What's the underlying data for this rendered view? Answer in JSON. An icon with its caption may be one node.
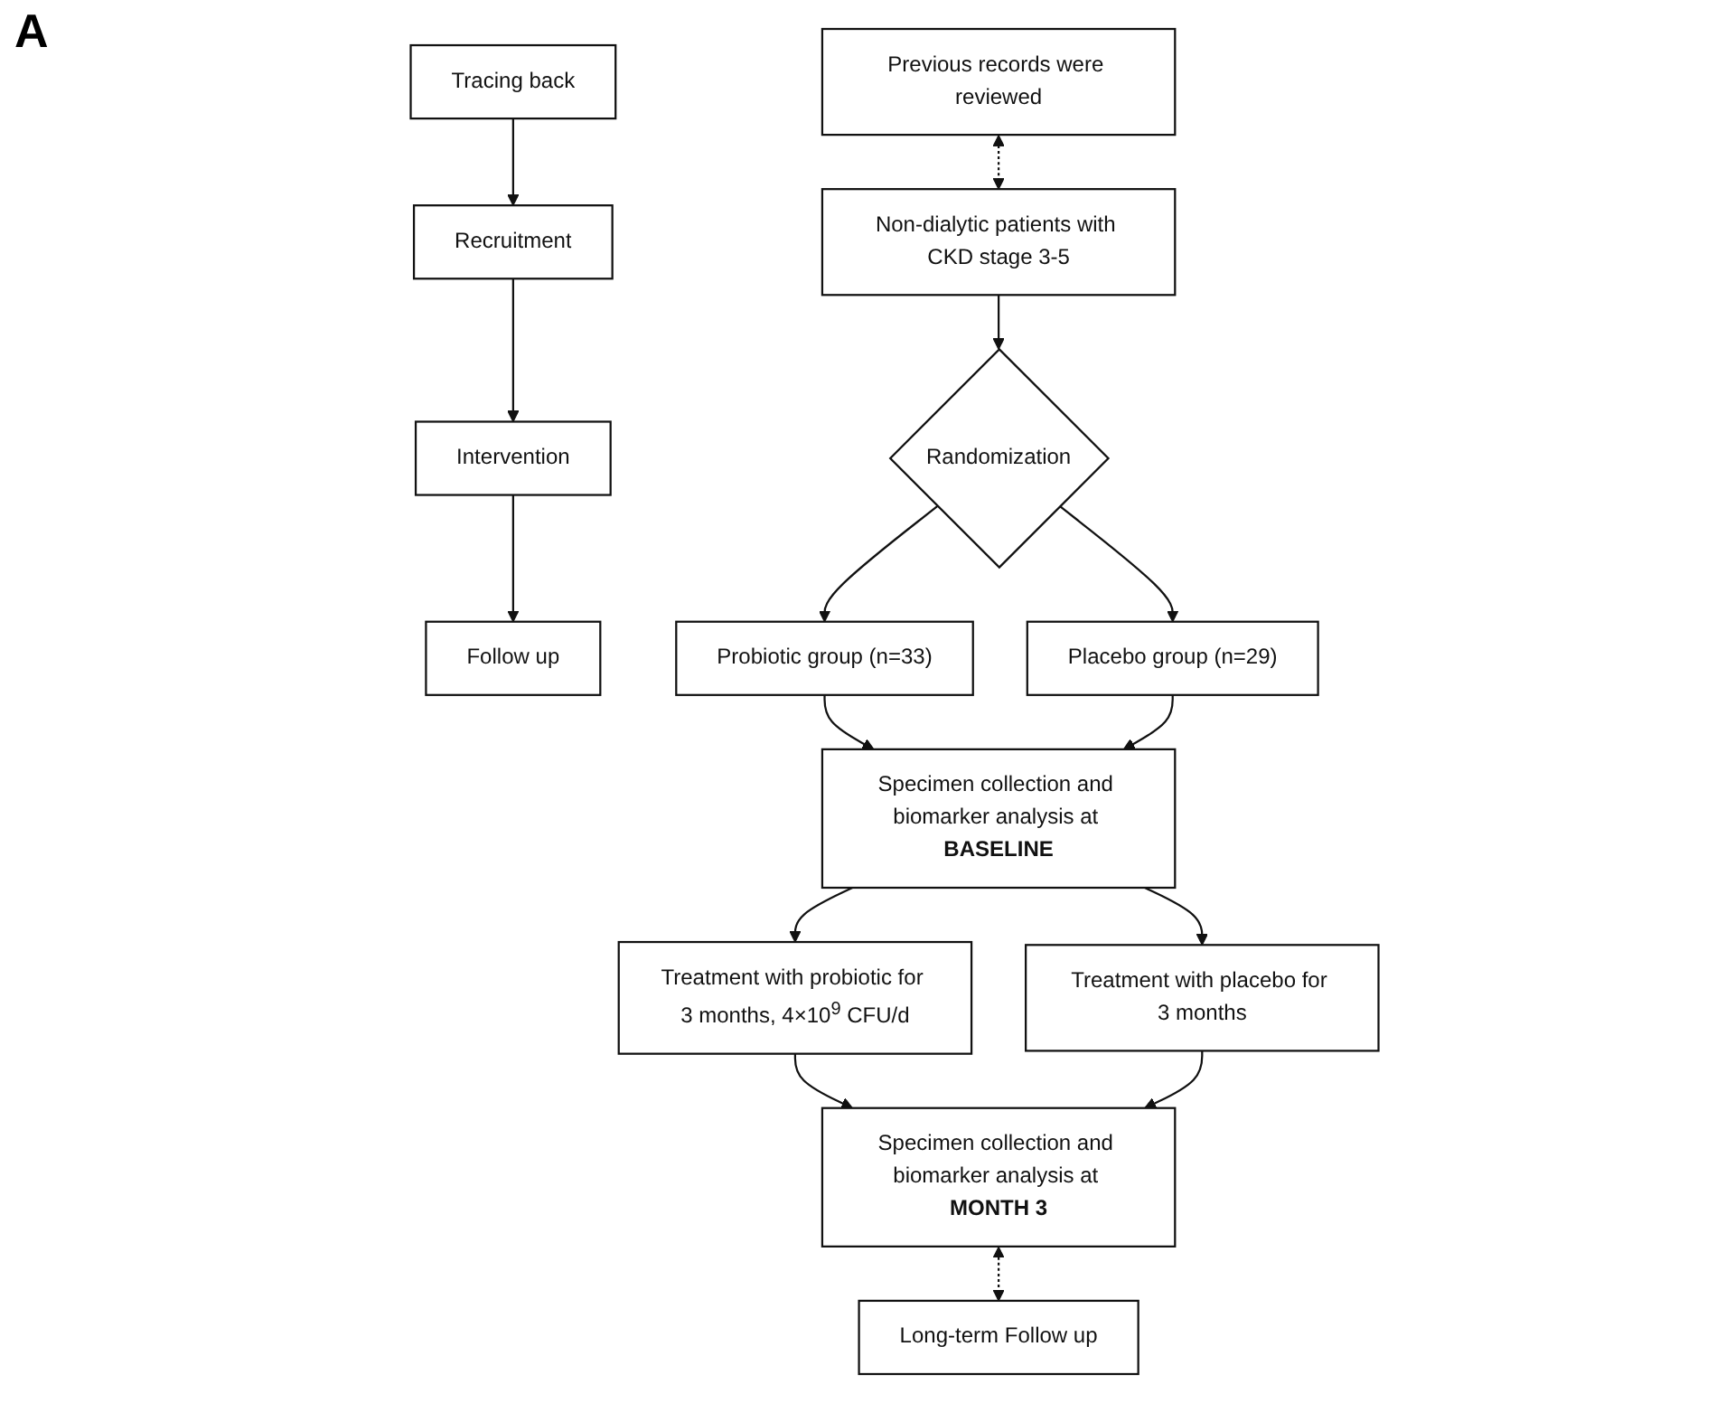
{
  "diagram": {
    "nodes": [
      {
        "text": [
          "Tracing back"
        ]
      },
      {
        "text": [
          "Recruitment"
        ]
      },
      {
        "text": [
          "Intervention"
        ]
      },
      {
        "text": [
          "Follow up"
        ]
      },
      {
        "text": [
          "Previous records were reviewed"
        ]
      },
      {
        "text": [
          "Non-dialytic patients with CKD stage 3-5"
        ]
      },
      {
        "text": [
          "Randomization"
        ]
      },
      {
        "text": [
          "Probiotic group (n=33)"
        ]
      },
      {
        "text": [
          "Placebo group (n=29)"
        ]
      },
      {
        "text": [
          "Specimen collection and biomarker analysis at **BASELINE**"
        ]
      },
      {
        "text": [
          "Treatment with probiotic for 3 months, 4×10$^{9}$ CFU/d"
        ]
      },
      {
        "text": [
          "Treatment with placebo for 3 months"
        ]
      },
      {
        "text": [
          "Specimen collection and biomarker analysis at **MONTH 3**"
        ]
      },
      {
        "text": [
          "Long-term Follow up"
        ]
      }
    ],
    "edges": [
      {
        "from": 0,
        "to": 1,
        "arrow": "to"
      },
      {
        "from": 1,
        "to": 2,
        "arrow": "to"
      },
      {
        "from": 2,
        "to": 3,
        "arrow": "to"
      },
      {
        "from": 4,
        "to": 5,
        "arrow": "both",
        "style": "dashed"
      },
      {
        "from": 5,
        "to": 6,
        "arrow": "to"
      },
      {
        "from": 6,
        "to": 7,
        "arrow": "to"
      },
      {
        "from": 6,
        "to": 8,
        "arrow": "to"
      },
      {
        "from": 7,
        "to": 9,
        "arrow": "to"
      },
      {
        "from": 8,
        "to": 9,
        "arrow": "to"
      },
      {
        "from": 9,
        "to": 10,
        "arrow": "to"
      },
      {
        "from": 9,
        "to": 11,
        "arrow": "to"
      },
      {
        "from": 10,
        "to": 12,
        "arrow": "to"
      },
      {
        "from": 11,
        "to": 12,
        "arrow": "to"
      },
      {
        "from": 12,
        "to": 13,
        "arrow": "both",
        "style": "dashed"
      }
    ],
    "labels": [
      "A"
    ]
  }
}
